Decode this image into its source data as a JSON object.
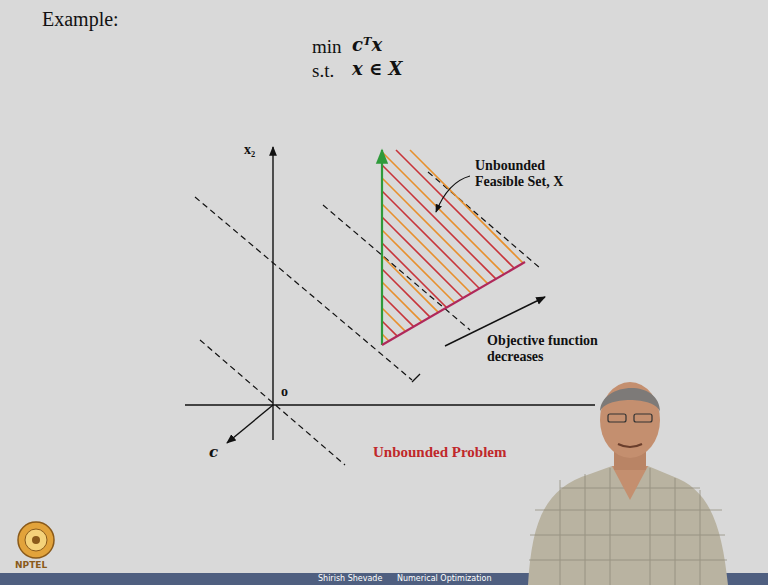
{
  "diagram": {
    "title": "Example:",
    "labels": [
      "min",
      "cᵀx",
      "s.t.",
      "x ∈ X",
      "x₂",
      "o",
      "c",
      "Unbounded Feasible Set, X",
      "Objective function decreases",
      "Unbounded Problem",
      "NPTEL",
      "Shirish Shevade",
      "Numerical Optimization"
    ]
  }
}
